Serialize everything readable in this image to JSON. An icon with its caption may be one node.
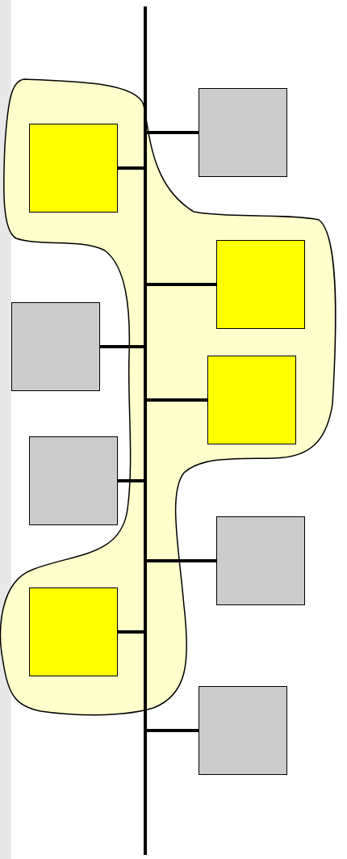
{
  "diagram": {
    "nodes": [
      {
        "text": [],
        "shape": "cloud"
      },
      {
        "text": [],
        "shape": "bar"
      },
      {
        "text": [],
        "shape": "box"
      },
      {
        "text": [],
        "shape": "box",
        "in": 0
      },
      {
        "text": [],
        "shape": "box",
        "in": 0
      },
      {
        "text": [],
        "shape": "box"
      },
      {
        "text": [],
        "shape": "box",
        "in": 0
      },
      {
        "text": [],
        "shape": "box"
      },
      {
        "text": [],
        "shape": "box"
      },
      {
        "text": [],
        "shape": "box",
        "in": 0
      },
      {
        "text": [],
        "shape": "box"
      }
    ],
    "edges": [
      {
        "from": 2,
        "to": 1,
        "arrow": "none"
      },
      {
        "from": 3,
        "to": 1,
        "arrow": "none"
      },
      {
        "from": 4,
        "to": 1,
        "arrow": "none"
      },
      {
        "from": 5,
        "to": 1,
        "arrow": "none"
      },
      {
        "from": 6,
        "to": 1,
        "arrow": "none"
      },
      {
        "from": 7,
        "to": 1,
        "arrow": "none"
      },
      {
        "from": 8,
        "to": 1,
        "arrow": "none"
      },
      {
        "from": 9,
        "to": 1,
        "arrow": "none"
      },
      {
        "from": 10,
        "to": 1,
        "arrow": "none"
      }
    ]
  }
}
